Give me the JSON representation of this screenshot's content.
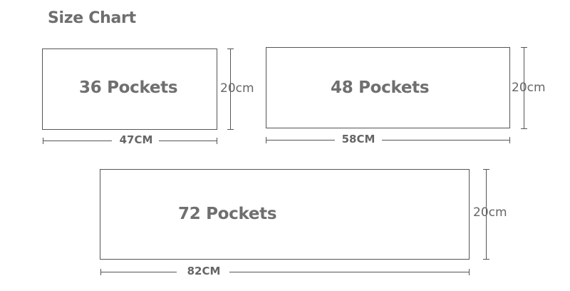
{
  "title": "Size Chart",
  "items": [
    {
      "label": "36 Pockets",
      "height": "20cm",
      "width": "47CM"
    },
    {
      "label": "48 Pockets",
      "height": "20cm",
      "width": "58CM"
    },
    {
      "label": "72 Pockets",
      "height": "20cm",
      "width": "82CM"
    }
  ]
}
